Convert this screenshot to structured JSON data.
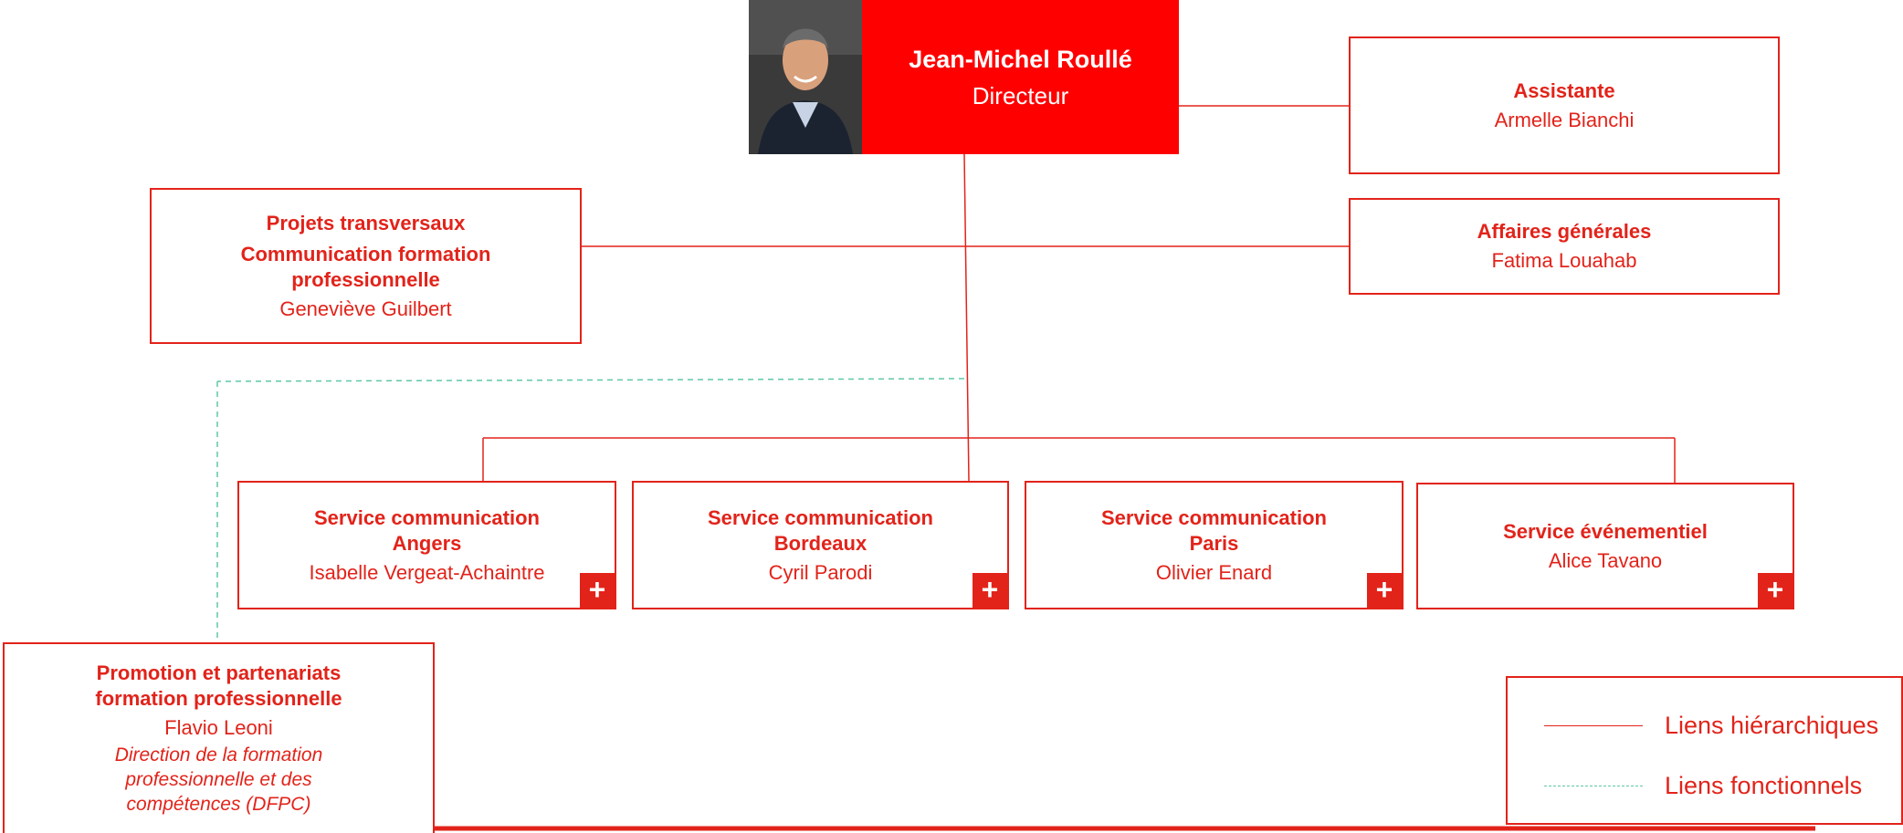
{
  "colors": {
    "brand_red": "#e2231a",
    "director_bg": "#ff0000",
    "functional_link": "#5fc7a8"
  },
  "director": {
    "name": "Jean-Michel Roullé",
    "role": "Directeur",
    "photo_icon": "director-portrait"
  },
  "assistante": {
    "title": "Assistante",
    "name": "Armelle Bianchi"
  },
  "affaires": {
    "title": "Affaires générales",
    "name": "Fatima Louahab"
  },
  "projets": {
    "title_line1": "Projets transversaux",
    "title_line2": "Communication formation",
    "title_line3": "professionnelle",
    "name": "Geneviève Guilbert"
  },
  "services": [
    {
      "title_line1": "Service communication",
      "title_line2": "Angers",
      "name": "Isabelle Vergeat-Achaintre",
      "expand_label": "+"
    },
    {
      "title_line1": "Service communication",
      "title_line2": "Bordeaux",
      "name": "Cyril Parodi",
      "expand_label": "+"
    },
    {
      "title_line1": "Service communication",
      "title_line2": "Paris",
      "name": "Olivier Enard",
      "expand_label": "+"
    },
    {
      "title_line1": "Service événementiel",
      "title_line2": "",
      "name": "Alice Tavano",
      "expand_label": "+"
    }
  ],
  "promotion": {
    "title_line1": "Promotion et partenariats",
    "title_line2": "formation professionnelle",
    "name": "Flavio Leoni",
    "dept_line1": "Direction de la formation",
    "dept_line2": "professionnelle et des",
    "dept_line3": "compétences (DFPC)"
  },
  "legend": {
    "hierarchical": "Liens hiérarchiques",
    "functional": "Liens fonctionnels"
  }
}
